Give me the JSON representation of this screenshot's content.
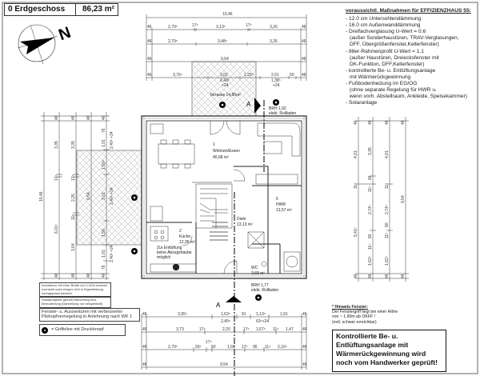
{
  "header": {
    "floor": "0 Erdgeschoss",
    "area": "86,23 m²"
  },
  "compass": {
    "north_label": "N"
  },
  "notes": {
    "title": "voraussichtl. Maßnahmen für EFFIZIENZHAUS 55:",
    "lines": [
      "- 12.0 cm Untersohlendämmung",
      "- 16.0 cm Außenwanddämmung",
      "- Dreifachverglasung U-Wert = 0.6",
      "  (außer Sonderhaustüren, TRAV-Verglasungen,",
      "  DFF, Übergrößenfenster,Kellerfenster)",
      "- 88er-Rahmenprofil U-Wert = 1.1",
      "  (außer Haustüren, Dreiecksfenster mit",
      "  DK-Funktion, DFF,Kellerfenster)",
      "- kontrollierte Be- u. Entlüftungsanlage",
      "  mit Wärmerückgewinnung",
      "- Fußbodenheizung im EG/OG",
      "  (ohne separate Regelung für HWR u.",
      "  wenn vorh. Abstellraum, Ankleide, Speisekammer)",
      "- Solaranlage"
    ]
  },
  "hinweis": {
    "title": "* Hinweis Fenster:",
    "lines": [
      "Der Fenstergriff liegt bei einer Höhe",
      "von ~ 1,90m ab OKFF !",
      "(evtl. schwer erreichbar)"
    ]
  },
  "important_box": "Kontrollierte Be- u. Entlüftungsanlage mit Wärmerückgewinnung wird noch vom Handwerker geprüft!",
  "left_notes": {
    "innentueren": "Innentüren mit einer Breite von 1,00m müssen eventuell nach einigen Zeit in Eigenleistung nachgepasst werden!",
    "sanitaer": "Sanitärobjekte gemäß Bauvertrag bzw. Bemusterung (Darstellung nur beispielhaft)",
    "fenster": "Fenster- u. Aussentüren mit verbesserter Pilzkopfverriegelung in Anlehnung nach WK 1",
    "griffolive": "= Griffolive mit Druckknopf"
  },
  "rooms": {
    "wohnen": {
      "num": "1",
      "name": "Wohnen/Essen",
      "area": "40,68 m²"
    },
    "kueche": {
      "num": "2",
      "name": "Küche",
      "area": "12,35 m²"
    },
    "diele": {
      "name": "Diele",
      "area": "13,13 m²"
    },
    "hwr": {
      "num": "5",
      "name": "HWR",
      "area": "13,57 m²"
    },
    "wc": {
      "name": "WC",
      "area": "3,68 m²"
    },
    "terrasse": {
      "name": "Terrasse 14,85m²"
    }
  },
  "annotations": {
    "brh_top": "BRH 1,02",
    "rollladen": "elekt. Rollladen",
    "brh_bottom": "BRH 1,77",
    "kueche_red": [
      "Zur Entlüftung",
      "keine Abzugshaube",
      "möglich"
    ],
    "section": "A",
    "red_color": "#e02020"
  },
  "dims": {
    "top": {
      "overall": "10,46",
      "row1": [
        "46",
        "2,79⁵",
        "17⁵",
        "3,13⁵",
        "17⁵",
        "3,26",
        "46"
      ],
      "row2": [
        "46",
        "2,79⁵",
        "3,48⁵",
        "3,26",
        "46"
      ],
      "row3": [
        "46",
        "9,54",
        "46"
      ],
      "row4": [
        "46",
        "3,76⁵",
        "2,01",
        "2,40⁵",
        "+24",
        "1,25⁵",
        "2,01",
        "1,38⁵",
        "+24",
        "50",
        "46"
      ]
    },
    "bottom": {
      "row1": [
        "46",
        "3,95⁵",
        "1,63⁵",
        "91",
        "1,13⁵",
        "1,91",
        "46",
        "2,40⁵",
        "63⁵+24"
      ],
      "row2": [
        "46",
        "3,73",
        "17⁵",
        "2,20",
        "17⁵",
        "1,67⁵",
        "11⁵",
        "1,47",
        "46"
      ],
      "row3": [
        "46",
        "2,79⁵",
        "93⁵",
        "17⁵",
        "60",
        "1,60",
        "17⁵",
        "95",
        "11⁵",
        "2,16⁵",
        "46"
      ],
      "row4": [
        "46",
        "9,54",
        "46"
      ]
    },
    "right": {
      "col1": [
        "46",
        "4,01",
        "11⁵",
        "5,41⁵",
        "46"
      ],
      "col2": [
        "46",
        "3,35",
        "66",
        "11⁵",
        "2,74⁵",
        "92",
        "11⁵",
        "1,62⁵",
        "46"
      ],
      "col3": [
        "46",
        "4,01",
        "11⁵",
        "2,74⁵",
        "90",
        "11⁵",
        "1,62⁵",
        "46"
      ],
      "col4": [
        "46",
        "9,54",
        "46"
      ]
    },
    "left": {
      "col1": [
        "10,46"
      ],
      "col2": [
        "46",
        "3,35",
        "17⁵",
        "6,01⁵",
        "46"
      ],
      "col3": [
        "46",
        "3,35",
        "17⁵",
        "2,26",
        "11⁵",
        "3,64",
        "46"
      ],
      "col4": [
        "46",
        "9,54",
        "46"
      ],
      "col5": [
        "46",
        "76",
        "1,01",
        "1,50⁵",
        "3,01",
        "1,50",
        "1,01",
        "76",
        "46"
      ],
      "col6": [
        "2,40⁵ +24",
        "2,40⁵ +24",
        "2,40⁵ +24"
      ]
    }
  }
}
